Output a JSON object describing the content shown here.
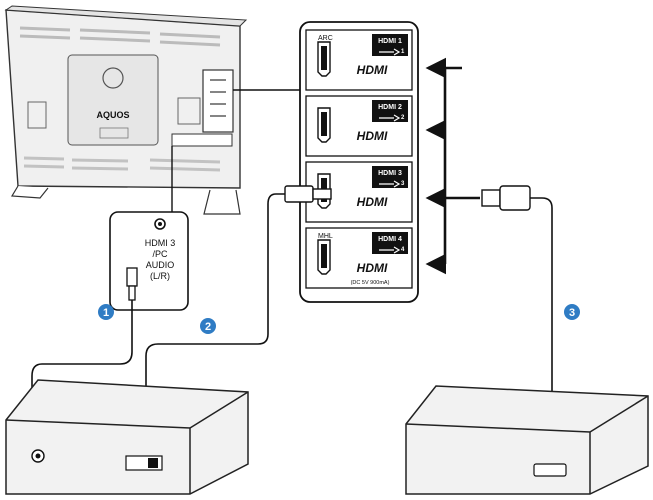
{
  "tv": {
    "logo": "AQUOS"
  },
  "audio_panel": {
    "line1": "HDMI 3",
    "line2": "/PC",
    "line3": "AUDIO",
    "line4": "(L/R)"
  },
  "hdmi_ports": [
    {
      "tag": "HDMI 1",
      "num": "1",
      "side": "ARC",
      "logo": "HDMI",
      "note": ""
    },
    {
      "tag": "HDMI 2",
      "num": "2",
      "side": "",
      "logo": "HDMI",
      "note": ""
    },
    {
      "tag": "HDMI 3",
      "num": "3",
      "side": "",
      "logo": "HDMI",
      "note": ""
    },
    {
      "tag": "HDMI 4",
      "num": "4",
      "side": "MHL",
      "logo": "HDMI",
      "note": "(DC 5V  900mA)"
    }
  ],
  "markers": [
    "1",
    "2",
    "3"
  ],
  "colors": {
    "marker": "#2f7cc4",
    "line": "#111111",
    "panel_bg": "#ffffff",
    "body_fill": "#f2f2f2"
  }
}
